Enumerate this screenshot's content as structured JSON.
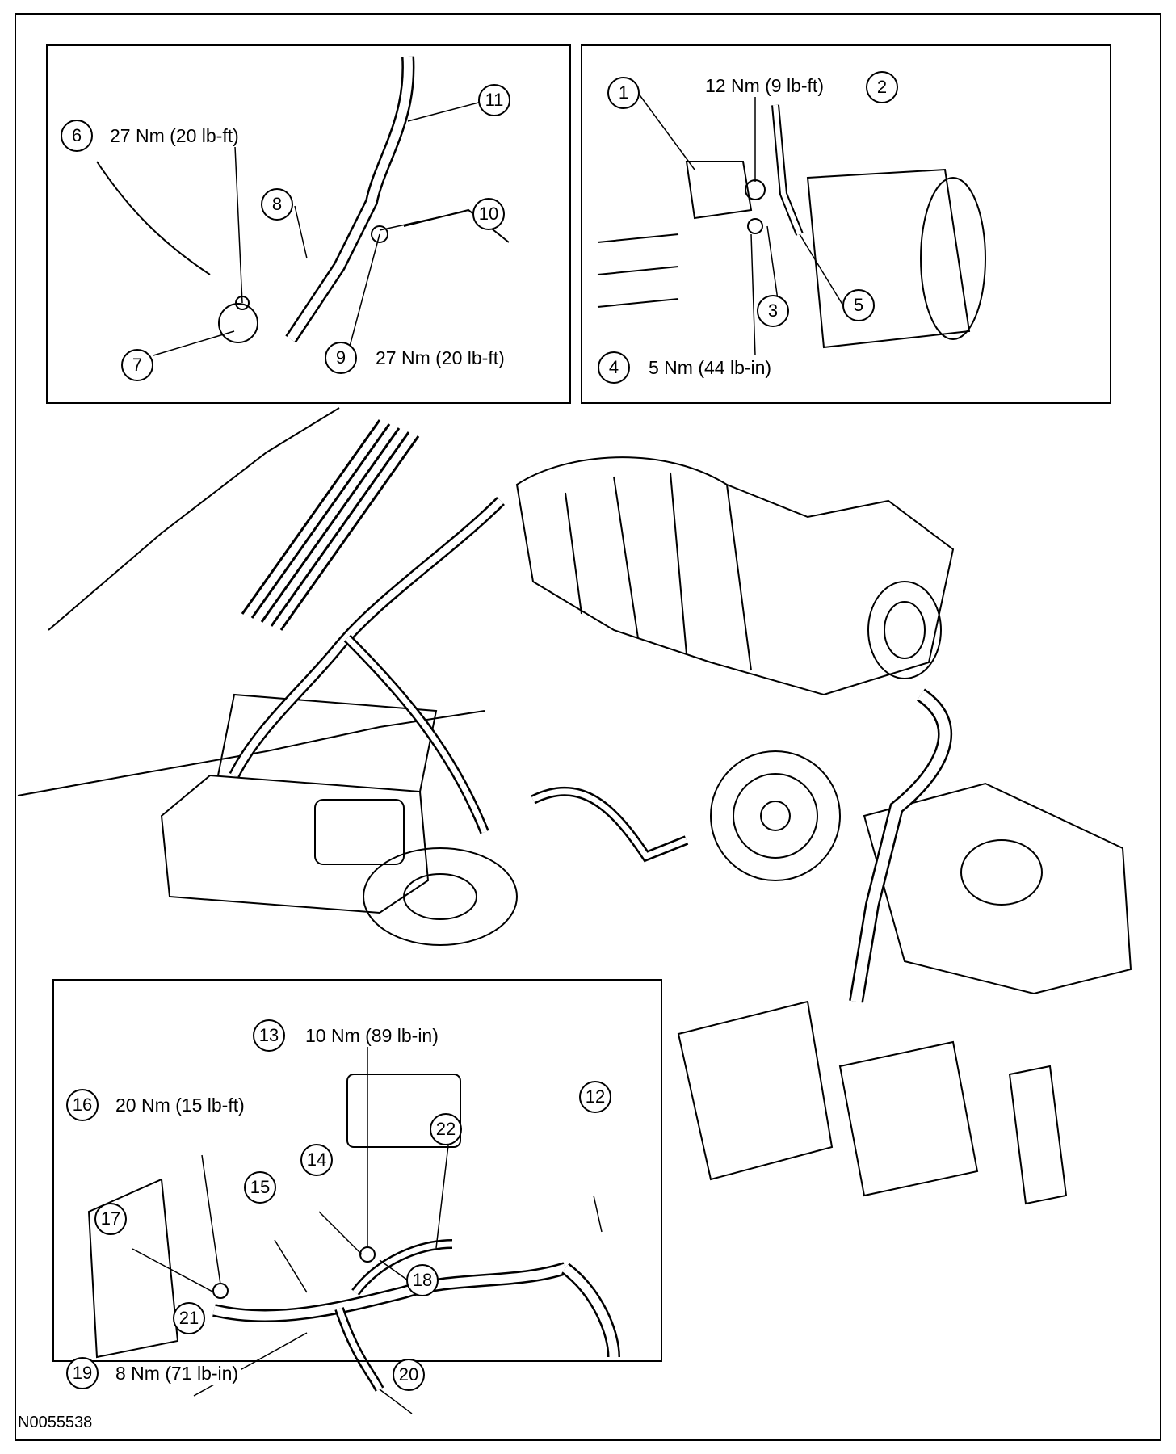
{
  "figure_id": "N0055538",
  "callouts": [
    {
      "number": "1",
      "spec": ""
    },
    {
      "number": "2",
      "spec": "12 Nm (9 lb-ft)"
    },
    {
      "number": "3",
      "spec": ""
    },
    {
      "number": "4",
      "spec": "5 Nm (44 lb-in)"
    },
    {
      "number": "5",
      "spec": ""
    },
    {
      "number": "6",
      "spec": "27 Nm (20 lb-ft)"
    },
    {
      "number": "7",
      "spec": ""
    },
    {
      "number": "8",
      "spec": ""
    },
    {
      "number": "9",
      "spec": "27 Nm (20 lb-ft)"
    },
    {
      "number": "10",
      "spec": ""
    },
    {
      "number": "11",
      "spec": ""
    },
    {
      "number": "12",
      "spec": ""
    },
    {
      "number": "13",
      "spec": "10 Nm (89 lb-in)"
    },
    {
      "number": "14",
      "spec": ""
    },
    {
      "number": "15",
      "spec": ""
    },
    {
      "number": "16",
      "spec": "20 Nm (15 lb-ft)"
    },
    {
      "number": "17",
      "spec": ""
    },
    {
      "number": "18",
      "spec": ""
    },
    {
      "number": "19",
      "spec": "8 Nm (71 lb-in)"
    },
    {
      "number": "20",
      "spec": ""
    },
    {
      "number": "21",
      "spec": ""
    },
    {
      "number": "22",
      "spec": ""
    }
  ]
}
